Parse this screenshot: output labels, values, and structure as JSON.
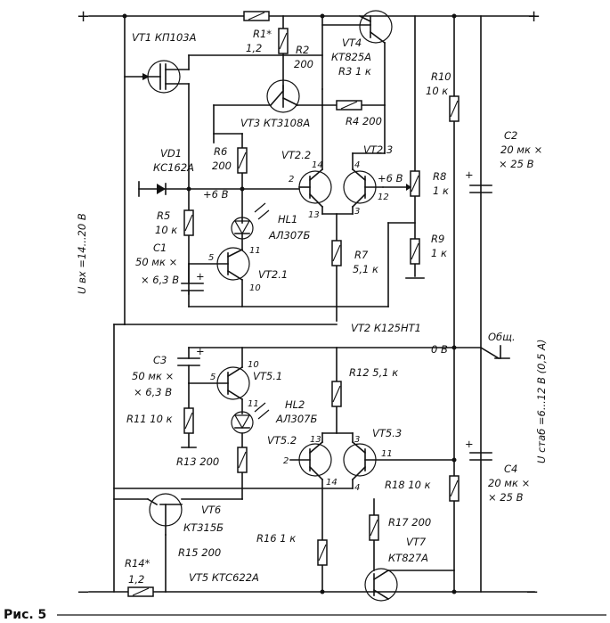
{
  "figure": {
    "caption": "Рис. 5"
  },
  "rails": {
    "plus_left": "+",
    "plus_right": "+",
    "minus_left": "−",
    "minus_right": "−"
  },
  "input_label": "U вх =14...20 В",
  "output_label": "U стаб =6...12 В (0,5 А)",
  "common_label": "Общ.",
  "zero_label": "0 В",
  "chip_label": "VT2   К125НТ1",
  "components": {
    "VT1": "VT1  КП103А",
    "R1": "R1*",
    "R1v": "1,2",
    "R2": "R2",
    "R2v": "200",
    "VT4": "VT4",
    "VT4t": "КТ825А",
    "R3": "R3  1 к",
    "R4": "R4  200",
    "VT3": "VT3  КТ3108А",
    "R10": "R10",
    "R10v": "10 к",
    "C2": "C2",
    "C2v": "20 мк ×",
    "C2v2": "× 25 В",
    "VD1": "VD1",
    "VD1t": "КС162А",
    "R6": "R6",
    "R6v": "200",
    "VT22": "VT2.2",
    "VT23": "VT2.3",
    "plus6a": "+6 В",
    "plus6b": "+6 В",
    "R8": "R8",
    "R8v": "1 к",
    "R5": "R5",
    "R5v": "10 к",
    "HL1": "HL1",
    "HL1t": "АЛ307Б",
    "R9": "R9",
    "R9v": "1 к",
    "C1": "C1",
    "C1v": "50 мк ×",
    "C1v2": "× 6,3 В",
    "R7": "R7",
    "R7v": "5,1 к",
    "VT21": "VT2.1",
    "C3": "C3",
    "C3v": "50 мк ×",
    "C3v2": "× 6,3 В",
    "VT51": "VT5.1",
    "R12": "R12  5,1 к",
    "R11": "R11   10 к",
    "HL2": "HL2",
    "HL2t": "АЛ307Б",
    "R13": "R13   200",
    "VT52": "VT5.2",
    "VT53": "VT5.3",
    "C4": "C4",
    "C4v": "20 мк ×",
    "C4v2": "× 25 В",
    "R18": "R18   10 к",
    "VT6": "VT6",
    "VT6t": "КТ315Б",
    "R17": "R17   200",
    "VT7": "VT7",
    "VT7t": "КТ827А",
    "R14": "R14*",
    "R14v": "1,2",
    "R15": "R15   200",
    "R16": "R16   1 к",
    "VT5": "VT5     КТС622А"
  },
  "pins": {
    "p14a": "14",
    "p2a": "2",
    "p13a": "13",
    "p4a": "4",
    "p3a": "3",
    "p12": "12",
    "p11a": "11",
    "p5a": "5",
    "p10a": "10",
    "p10b": "10",
    "p5b": "5",
    "p11b": "11",
    "p13b": "13",
    "p2b": "2",
    "p14b": "14",
    "p3b": "3",
    "p11c": "11",
    "p4b": "4"
  }
}
